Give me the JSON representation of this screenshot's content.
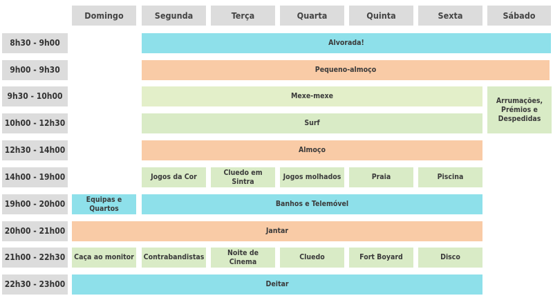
{
  "days": [
    {
      "label": "Domingo"
    },
    {
      "label": "Segunda"
    },
    {
      "label": "Terça"
    },
    {
      "label": "Quarta"
    },
    {
      "label": "Quinta"
    },
    {
      "label": "Sexta"
    },
    {
      "label": "Sábado"
    }
  ],
  "times": [
    {
      "label": "8h30 - 9h00"
    },
    {
      "label": "9h00 - 9h30"
    },
    {
      "label": "9h30 - 10h00"
    },
    {
      "label": "10h00 - 12h30"
    },
    {
      "label": "12h30 - 14h00"
    },
    {
      "label": "14h00 - 19h00"
    },
    {
      "label": "19h00 - 20h00"
    },
    {
      "label": "20h00 - 21h00"
    },
    {
      "label": "21h00 - 22h30"
    },
    {
      "label": "22h30 - 23h00"
    }
  ],
  "events": [
    {
      "label": "Alvorada!",
      "row": 0,
      "rowspan": 1,
      "col": 1,
      "colspan": 6,
      "color": "blue"
    },
    {
      "label": "Pequeno-almoço",
      "row": 1,
      "rowspan": 1,
      "col": 1,
      "colspan": 6,
      "color": "orange"
    },
    {
      "label": "Mexe-mexe",
      "row": 2,
      "rowspan": 1,
      "col": 1,
      "colspan": 5,
      "color": "green-y"
    },
    {
      "label": "Arrumações, Prémios e Despedidas",
      "row": 2,
      "rowspan": 2,
      "col": 6,
      "colspan": 1,
      "color": "green"
    },
    {
      "label": "Surf",
      "row": 3,
      "rowspan": 1,
      "col": 1,
      "colspan": 5,
      "color": "green"
    },
    {
      "label": "Almoço",
      "row": 4,
      "rowspan": 1,
      "col": 1,
      "colspan": 5,
      "color": "orange"
    },
    {
      "label": "Jogos da Cor",
      "row": 5,
      "rowspan": 1,
      "col": 1,
      "colspan": 1,
      "color": "green"
    },
    {
      "label": "Cluedo em Sintra",
      "row": 5,
      "rowspan": 1,
      "col": 2,
      "colspan": 1,
      "color": "green"
    },
    {
      "label": "Jogos molhados",
      "row": 5,
      "rowspan": 1,
      "col": 3,
      "colspan": 1,
      "color": "green"
    },
    {
      "label": "Praia",
      "row": 5,
      "rowspan": 1,
      "col": 4,
      "colspan": 1,
      "color": "green"
    },
    {
      "label": "Piscina",
      "row": 5,
      "rowspan": 1,
      "col": 5,
      "colspan": 1,
      "color": "green"
    },
    {
      "label": "Equipas e Quartos",
      "row": 6,
      "rowspan": 1,
      "col": 0,
      "colspan": 1,
      "color": "blue"
    },
    {
      "label": "Banhos e Telemóvel",
      "row": 6,
      "rowspan": 1,
      "col": 1,
      "colspan": 5,
      "color": "blue"
    },
    {
      "label": "Jantar",
      "row": 7,
      "rowspan": 1,
      "col": 0,
      "colspan": 6,
      "color": "orange"
    },
    {
      "label": "Caça ao monitor",
      "row": 8,
      "rowspan": 1,
      "col": 0,
      "colspan": 1,
      "color": "green"
    },
    {
      "label": "Contrabandistas",
      "row": 8,
      "rowspan": 1,
      "col": 1,
      "colspan": 1,
      "color": "green"
    },
    {
      "label": "Noite de Cinema",
      "row": 8,
      "rowspan": 1,
      "col": 2,
      "colspan": 1,
      "color": "green"
    },
    {
      "label": "Cluedo",
      "row": 8,
      "rowspan": 1,
      "col": 3,
      "colspan": 1,
      "color": "green"
    },
    {
      "label": "Fort Boyard",
      "row": 8,
      "rowspan": 1,
      "col": 4,
      "colspan": 1,
      "color": "green"
    },
    {
      "label": "Disco",
      "row": 8,
      "rowspan": 1,
      "col": 5,
      "colspan": 1,
      "color": "green"
    },
    {
      "label": "Deitar",
      "row": 9,
      "rowspan": 1,
      "col": 0,
      "colspan": 6,
      "color": "blue"
    }
  ]
}
